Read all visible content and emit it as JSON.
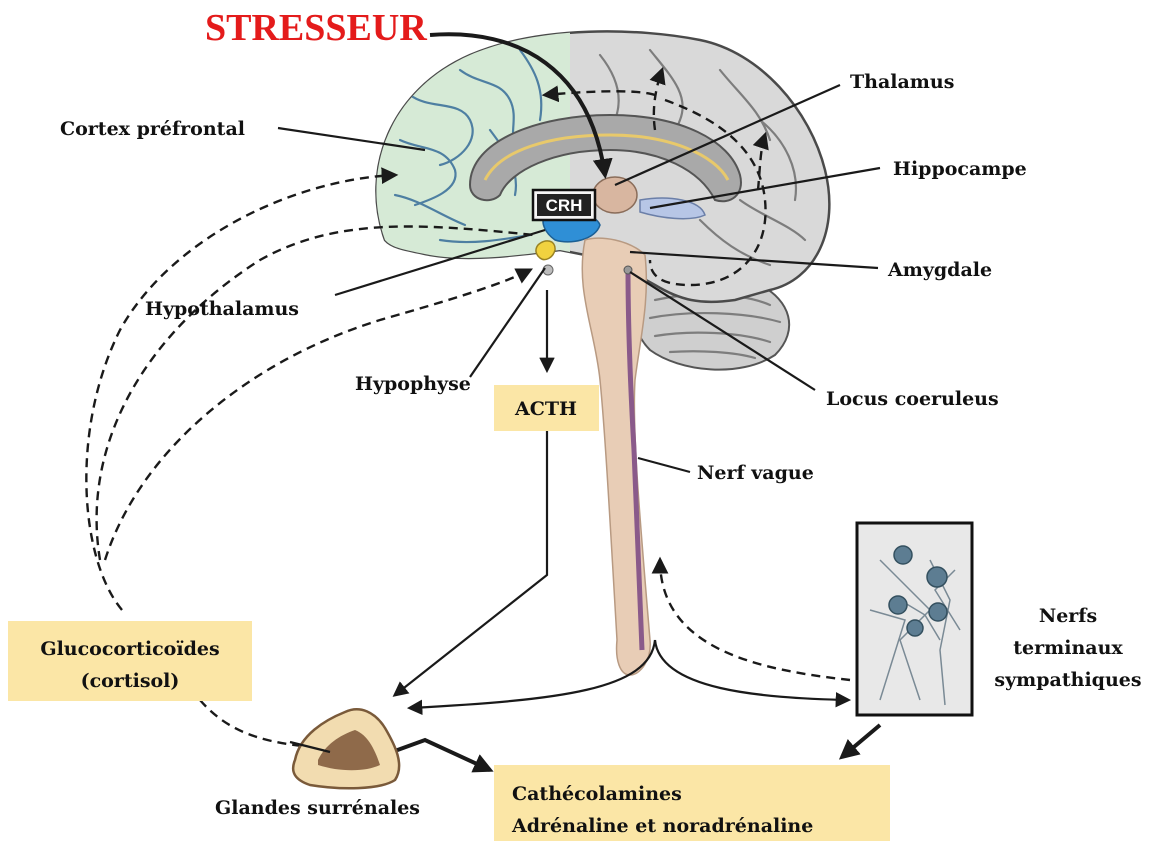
{
  "title": "STRESSEUR",
  "labels": {
    "thalamus": "Thalamus",
    "cortex": "Cortex préfrontal",
    "hippocampe": "Hippocampe",
    "amygdale": "Amygdale",
    "hypothalamus": "Hypothalamus",
    "hypophyse": "Hypophyse",
    "locus": "Locus coeruleus",
    "nerf_vague": "Nerf vague",
    "crh": "CRH",
    "acth": "ACTH",
    "nerfs_line1": "Nerfs",
    "nerfs_line2": "terminaux",
    "nerfs_line3": "sympathiques",
    "gluco_line1": "Glucocorticoïdes",
    "gluco_line2": "(cortisol)",
    "glandes": "Glandes surrénales",
    "cat_line1": "Cathécolamines",
    "cat_line2": "Adrénaline et noradrénaline"
  },
  "colors": {
    "title": "#e41b1b",
    "box": "#fbe6a6",
    "prefrontal": "#d6ead6",
    "cortex_gray": "#d9d9d9",
    "brainstem": "#e8cdb6",
    "hypothalamus": "#2f8fd6",
    "amygdala": "#f2a51c"
  },
  "icons": {
    "brain": "brain-sagittal-illustration",
    "adrenal": "adrenal-gland-illustration",
    "neurons": "neuron-cluster-illustration"
  }
}
